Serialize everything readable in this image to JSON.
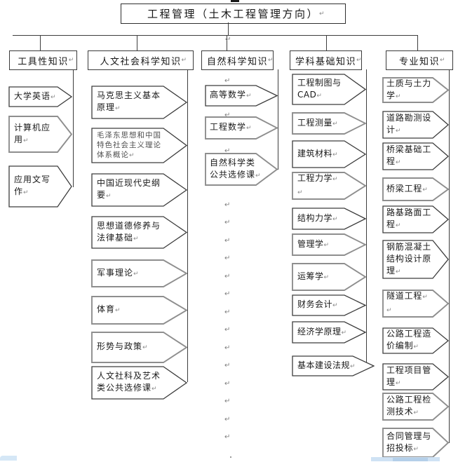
{
  "title": "工程管理（土木工程管理方向）",
  "marks": {
    "paragraph": "↵"
  },
  "colors": {
    "connector": "#3d3d3d",
    "border_dark": "#3c3c3c",
    "border_gray": "#8e8e8e",
    "paragraph_mark": "#7e7e7e",
    "bottom_bar_light": "#cfe2f4",
    "bottom_bar_mid": "#b4cfe9"
  },
  "columns": [
    {
      "header": "工具性知识",
      "items": [
        {
          "label": "大学英语",
          "tone": "dark"
        },
        {
          "label": "计算机应用",
          "tone": "gray"
        },
        {
          "label": "应用文写作",
          "tone": "dark"
        }
      ]
    },
    {
      "header": "人文社会科学知识",
      "items": [
        {
          "label": "马克思主义基本原理",
          "tone": "dark"
        },
        {
          "label": "毛泽东思想和中国特色社会主义理论体系概论",
          "tone": "dark",
          "small": true
        },
        {
          "label": "中国近现代史纲要",
          "tone": "dark"
        },
        {
          "label": "思想道德修养与法律基础",
          "tone": "dark"
        },
        {
          "label": "军事理论",
          "tone": "gray"
        },
        {
          "label": "体育",
          "tone": "gray"
        },
        {
          "label": "形势与政策",
          "tone": "gray"
        },
        {
          "label": "人文社科及艺术类公共选修课",
          "tone": "dark"
        }
      ]
    },
    {
      "header": "自然科学知识",
      "items": [
        {
          "label": "高等数学",
          "tone": "dark"
        },
        {
          "label": "工程数学",
          "tone": "gray"
        },
        {
          "label": "自然科学类公共选修课",
          "tone": "gray"
        }
      ]
    },
    {
      "header": "学科基础知识",
      "items": [
        {
          "label": "工程制图与CAD",
          "tone": "dark"
        },
        {
          "label": "工程测量",
          "tone": "gray"
        },
        {
          "label": "建筑材料",
          "tone": "dark"
        },
        {
          "label": "工程力学",
          "tone": "gray",
          "extra_mark": true
        },
        {
          "label": "结构力学",
          "tone": "dark"
        },
        {
          "label": "管理学",
          "tone": "gray"
        },
        {
          "label": "运筹学",
          "tone": "gray"
        },
        {
          "label": "财务会计",
          "tone": "dark"
        },
        {
          "label": "经济学原理",
          "tone": "dark"
        },
        {
          "label": "基本建设法规",
          "tone": "dark"
        }
      ]
    },
    {
      "header": "专业知识",
      "items": [
        {
          "label": "土质与土力学",
          "tone": "gray"
        },
        {
          "label": "道路勘测设计",
          "tone": "dark"
        },
        {
          "label": "桥梁基础工程",
          "tone": "dark"
        },
        {
          "label": "桥梁工程",
          "tone": "gray"
        },
        {
          "label": "路基路面工程",
          "tone": "dark"
        },
        {
          "label": "钢筋混凝土结构设计原理",
          "tone": "dark"
        },
        {
          "label": "隧道工程",
          "tone": "gray",
          "extra_mark": true
        },
        {
          "label": "公路工程造价编制",
          "tone": "dark"
        },
        {
          "label": "工程项目管理",
          "tone": "dark"
        },
        {
          "label": "公路工程检测技术",
          "tone": "gray"
        },
        {
          "label": "合同管理与招投标",
          "tone": "gray"
        }
      ]
    }
  ]
}
